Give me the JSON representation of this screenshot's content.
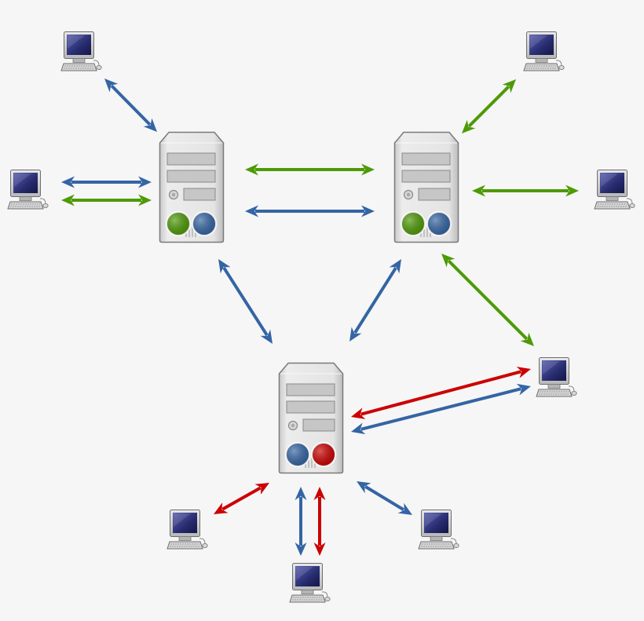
{
  "diagram": {
    "type": "network-topology",
    "servers": [
      {
        "id": "server-top-left",
        "indicators": [
          "green",
          "blue"
        ]
      },
      {
        "id": "server-top-right",
        "indicators": [
          "green",
          "blue"
        ]
      },
      {
        "id": "server-bottom",
        "indicators": [
          "blue",
          "red"
        ]
      }
    ],
    "computers": [
      "computer-1",
      "computer-2",
      "computer-3",
      "computer-4",
      "computer-5",
      "computer-6",
      "computer-7",
      "computer-8",
      "computer-9"
    ],
    "links": [
      {
        "from": "computer-1",
        "to": "server-top-left",
        "color": "blue"
      },
      {
        "from": "computer-2",
        "to": "server-top-left",
        "color": "blue"
      },
      {
        "from": "computer-2",
        "to": "server-top-left",
        "color": "green"
      },
      {
        "from": "server-top-left",
        "to": "server-top-right",
        "color": "green"
      },
      {
        "from": "server-top-left",
        "to": "server-top-right",
        "color": "blue"
      },
      {
        "from": "computer-3",
        "to": "server-top-right",
        "color": "green"
      },
      {
        "from": "computer-4",
        "to": "server-top-right",
        "color": "green"
      },
      {
        "from": "server-top-right",
        "to": "computer-5",
        "color": "green"
      },
      {
        "from": "server-top-left",
        "to": "server-bottom",
        "color": "blue"
      },
      {
        "from": "server-top-right",
        "to": "server-bottom",
        "color": "blue"
      },
      {
        "from": "computer-5",
        "to": "server-bottom",
        "color": "red"
      },
      {
        "from": "computer-5",
        "to": "server-bottom",
        "color": "blue"
      },
      {
        "from": "computer-6",
        "to": "server-bottom",
        "color": "red"
      },
      {
        "from": "computer-7",
        "to": "server-bottom",
        "color": "blue"
      },
      {
        "from": "computer-7",
        "to": "server-bottom",
        "color": "red"
      },
      {
        "from": "computer-8",
        "to": "server-bottom",
        "color": "blue"
      }
    ]
  },
  "colors": {
    "background": "#f6f6f7",
    "blue": "#3465a4",
    "green": "#4e9a06",
    "red": "#cc0000",
    "server_body": "#e0e0e0",
    "server_outline": "#7a7a7a",
    "screen": "#2a2f7a"
  },
  "icons": {
    "server": "server-tower-icon",
    "computer": "desktop-computer-icon",
    "arrow": "double-headed-arrow"
  }
}
